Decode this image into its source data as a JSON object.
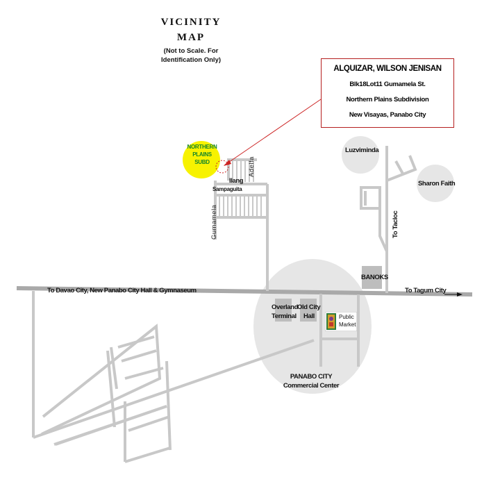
{
  "title": {
    "line1": "VICINITY",
    "line2": "MAP"
  },
  "note": {
    "line1": "(Not to Scale. For",
    "line2": "Identification Only)"
  },
  "address": {
    "name": "ALQUIZAR, WILSON JENISAN",
    "line1": "Blk18Lot11 Gumamela St.",
    "line2": "Northern Plains Subdivision",
    "line3": "New Visayas, Panabo City"
  },
  "subdivision": {
    "line1": "NORTHERN",
    "line2": "PLAINS",
    "line3": "SUBD"
  },
  "streets": {
    "ilang": "Ilang",
    "adelfa": "Adelfa",
    "sampaguita": "Sampaguita",
    "gumamela": "Gumamela",
    "to_tacloc": "To Tacloc"
  },
  "places": {
    "luzviminda": "Luzviminda",
    "sharon_faith": "Sharon Faith",
    "banoks": "BANOKS",
    "overland": {
      "line1": "Overland",
      "line2": "Terminal"
    },
    "old_city_hall": {
      "line1": "Old City",
      "line2": "Hall"
    },
    "public_market": {
      "line1": "Public",
      "line2": "Market"
    },
    "commercial_center": {
      "line1": "PANABO CITY",
      "line2": "Commercial Center"
    }
  },
  "roads": {
    "to_davao": "To Davao City, New Panabo City Hall & Gymnaseum",
    "to_tagum": "To Tagum City"
  },
  "colors": {
    "road": "#c8c8c8",
    "highway": "#a9a9a9",
    "area": "#e6e6e6",
    "subdivision": "#f7f200",
    "pointer": "#cc2222",
    "building": "#bdbdbd"
  }
}
